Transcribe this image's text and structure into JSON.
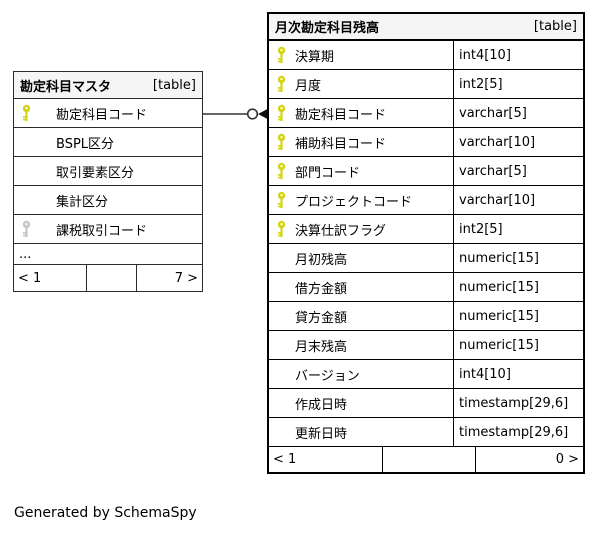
{
  "diagram": {
    "credit": "Generated by SchemaSpy",
    "colors": {
      "primary_key": "#d4d416",
      "index_key": "#c6c6c6",
      "header_bg": "#f5f5f5",
      "focus_border": "#000000",
      "normal_border": "#2b2b2b",
      "edge": "#333333"
    },
    "edge": {
      "style": "open-circle-inv-arrow",
      "from_table": 0,
      "from_column": "勘定科目コード",
      "to_table": 1,
      "to_column": "勘定科目コード"
    },
    "tables": [
      {
        "name": "勘定科目マスタ",
        "tag": "[table]",
        "show_types": false,
        "ellipsis": "...",
        "columns": [
          {
            "name": "勘定科目コード",
            "type": "",
            "key": "primary"
          },
          {
            "name": "BSPL区分",
            "type": "",
            "key": "none"
          },
          {
            "name": "取引要素区分",
            "type": "",
            "key": "none"
          },
          {
            "name": "集計区分",
            "type": "",
            "key": "none"
          },
          {
            "name": "課税取引コード",
            "type": "",
            "key": "index"
          }
        ],
        "footer": {
          "left": "< 1",
          "middle": "",
          "right": "7 >"
        }
      },
      {
        "name": "月次勘定科目残高",
        "tag": "[table]",
        "show_types": true,
        "columns": [
          {
            "name": "決算期",
            "type": "int4[10]",
            "key": "primary"
          },
          {
            "name": "月度",
            "type": "int2[5]",
            "key": "primary"
          },
          {
            "name": "勘定科目コード",
            "type": "varchar[5]",
            "key": "primary"
          },
          {
            "name": "補助科目コード",
            "type": "varchar[10]",
            "key": "primary"
          },
          {
            "name": "部門コード",
            "type": "varchar[5]",
            "key": "primary"
          },
          {
            "name": "プロジェクトコード",
            "type": "varchar[10]",
            "key": "primary"
          },
          {
            "name": "決算仕訳フラグ",
            "type": "int2[5]",
            "key": "primary"
          },
          {
            "name": "月初残高",
            "type": "numeric[15]",
            "key": "none"
          },
          {
            "name": "借方金額",
            "type": "numeric[15]",
            "key": "none"
          },
          {
            "name": "貸方金額",
            "type": "numeric[15]",
            "key": "none"
          },
          {
            "name": "月末残高",
            "type": "numeric[15]",
            "key": "none"
          },
          {
            "name": "バージョン",
            "type": "int4[10]",
            "key": "none"
          },
          {
            "name": "作成日時",
            "type": "timestamp[29,6]",
            "key": "none"
          },
          {
            "name": "更新日時",
            "type": "timestamp[29,6]",
            "key": "none"
          }
        ],
        "footer": {
          "left": "< 1",
          "middle": "",
          "right": "0 >"
        }
      }
    ]
  }
}
